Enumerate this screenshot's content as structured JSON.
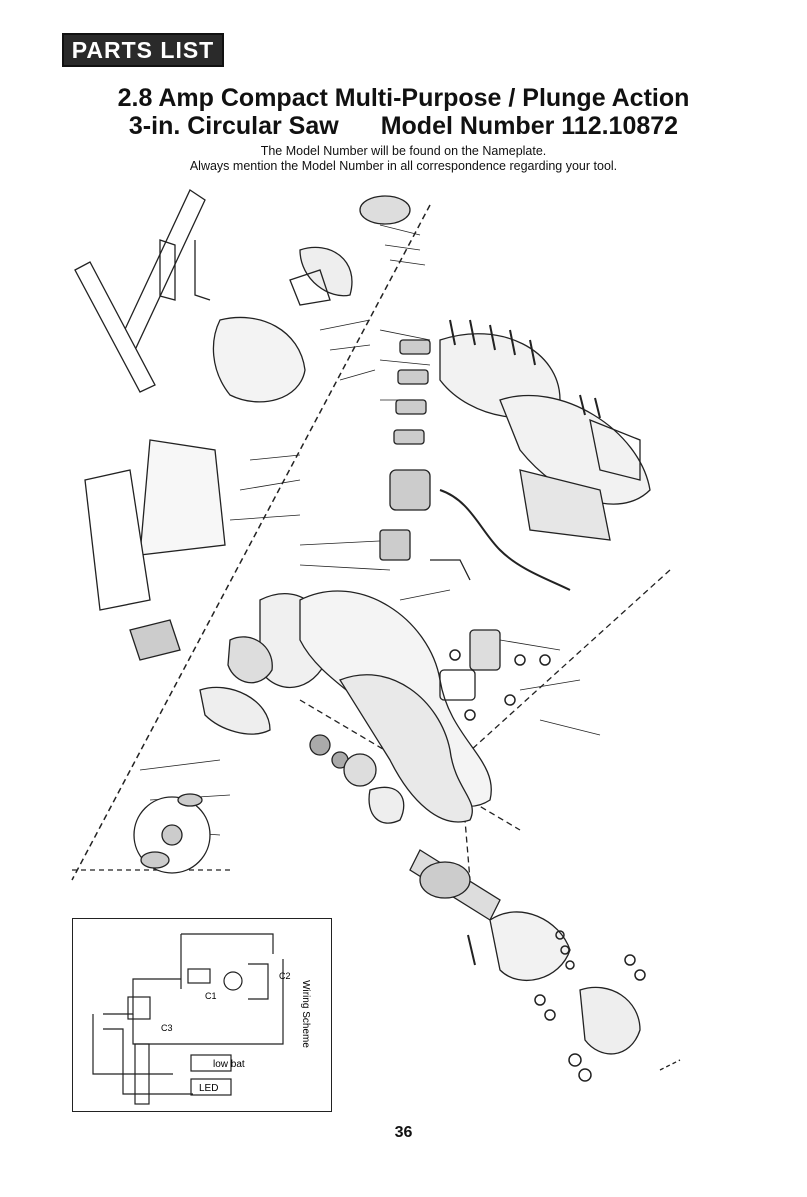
{
  "header": {
    "badge": "PARTS LIST",
    "title_line1": "2.8 Amp Compact Multi-Purpose / Plunge Action",
    "title_line2_a": "3-in. Circular Saw",
    "title_line2_b": "Model Number 112.10872",
    "note_line1": "The Model Number will be found on the Nameplate.",
    "note_line2": "Always mention the Model Number in all correspondence regarding your tool."
  },
  "wiring": {
    "title": "Wiring Scheme",
    "label_low_bat": "low bat",
    "label_led": "LED",
    "label_c1": "C1",
    "label_c2": "C2",
    "label_c3": "C3"
  },
  "footer": {
    "page_number": "36"
  }
}
